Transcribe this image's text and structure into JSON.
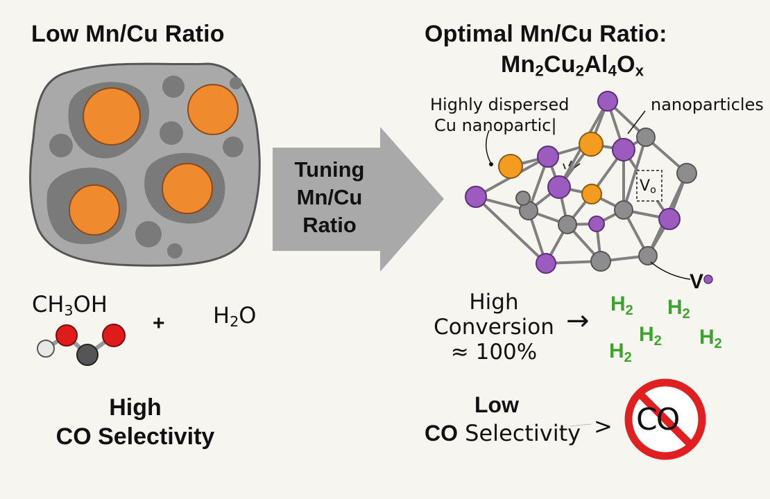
{
  "left": {
    "title": "Low Mn/Cu Ratio",
    "reactant_1": {
      "main": "CH",
      "sub": "3",
      "tail": "OH"
    },
    "plus": "+",
    "reactant_2": {
      "main": "H",
      "sub": "2",
      "tail": "O"
    },
    "result_line1": "High",
    "result_line2": "CO Selectivity"
  },
  "arrow": {
    "line1": "Tuning",
    "line2": "Mn/Cu",
    "line3": "Ratio"
  },
  "right": {
    "title_line1": "Optimal Mn/Cu Ratio:",
    "formula": [
      {
        "t": "Mn"
      },
      {
        "s": "2"
      },
      {
        "t": "Cu"
      },
      {
        "s": "2"
      },
      {
        "t": "Al"
      },
      {
        "s": "4"
      },
      {
        "t": "O"
      },
      {
        "s": "x"
      }
    ],
    "label_dispersed_1": "Highly dispersed",
    "label_dispersed_2": "Cu nanopartic|",
    "label_nanoparticles": "nanoparticles",
    "vacancy_box": "V",
    "vacancy_box_sub": "o",
    "vacancy_label": "V",
    "conversion_1": "High",
    "conversion_2": "Conversion",
    "conversion_3": "≈ 100%",
    "conversion_arrow": "→",
    "h2_main": "H",
    "h2_sub": "2",
    "selectivity_1": "Low",
    "selectivity_2_bold": "CO",
    "selectivity_2_rest": " Selectivity",
    "selectivity_arrow": ">",
    "no_co_text": "CO"
  },
  "colors": {
    "copper": "#ef8a2e",
    "manganese": "#9b5bbf",
    "aluminum_oxide": "#8d8d8d",
    "hydrogen_text": "#3aa52a",
    "prohibit_red": "#e02020",
    "arrow_gray": "#a9a9a9"
  }
}
